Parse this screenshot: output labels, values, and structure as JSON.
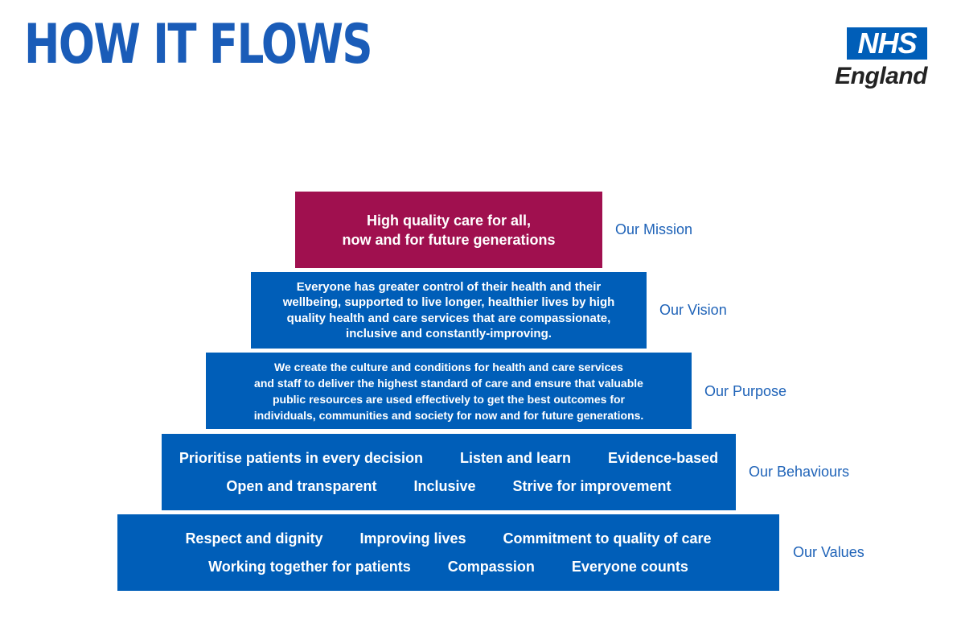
{
  "title": "HOW IT FLOWS",
  "logo": {
    "box_text": "NHS",
    "sub_text": "England"
  },
  "colors": {
    "primary_blue": "#005eb8",
    "mission_maroon": "#a0104f",
    "label_blue": "#1f63b8"
  },
  "pyramid": {
    "mission": {
      "label": "Our Mission",
      "line1": "High quality care for all,",
      "line2": "now and for future generations"
    },
    "vision": {
      "label": "Our Vision",
      "lines": [
        "Everyone has greater control of their health and their",
        "wellbeing, supported to live longer, healthier lives by high",
        "quality health and care services that are compassionate,",
        "inclusive and constantly-improving."
      ]
    },
    "purpose": {
      "label": "Our Purpose",
      "lines": [
        "We create the culture and conditions for health and care services",
        "and staff to deliver the highest standard of care and ensure that valuable",
        "public resources are used effectively to get the best outcomes for",
        "individuals, communities and society for now and for future generations."
      ]
    },
    "behaviours": {
      "label": "Our Behaviours",
      "row1": [
        "Prioritise patients in every decision",
        "Listen and learn",
        "Evidence-based"
      ],
      "row2": [
        "Open and transparent",
        "Inclusive",
        "Strive for improvement"
      ]
    },
    "values": {
      "label": "Our Values",
      "row1": [
        "Respect and dignity",
        "Improving lives",
        "Commitment to quality of care"
      ],
      "row2": [
        "Working together for patients",
        "Compassion",
        "Everyone counts"
      ]
    }
  }
}
